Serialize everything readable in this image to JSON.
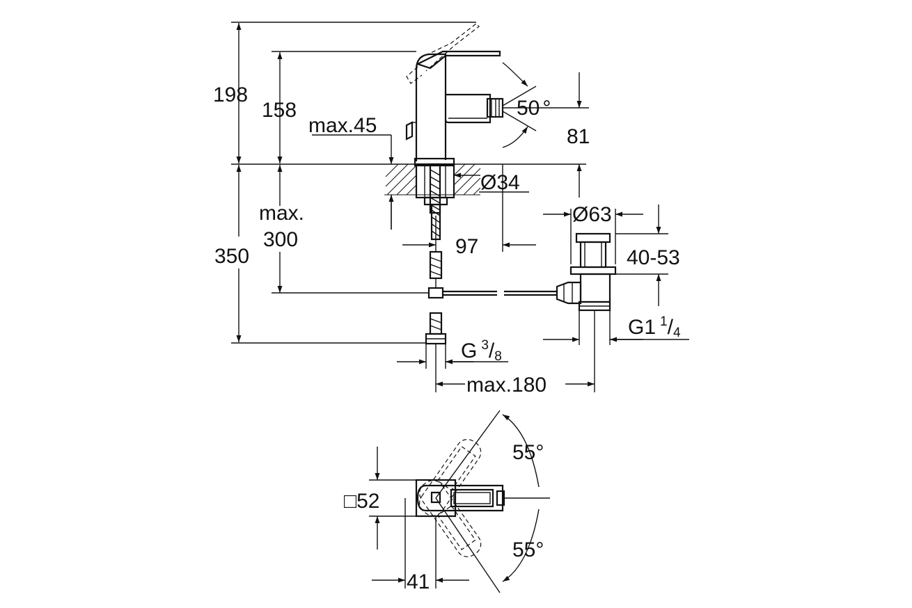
{
  "side_view": {
    "dims": {
      "h_total": "198",
      "h_spout": "158",
      "deck_thickness": "max.45",
      "spout_angle": "50",
      "degree": "°",
      "spout_height": "81",
      "hole_diameter": "Ø34",
      "below_deck_max_label": "max.",
      "below_deck_max_value": "300",
      "below_total": "350",
      "spout_reach": "97",
      "waste_diameter": "Ø63",
      "waste_range": "40-53",
      "waste_thread_main": "G1",
      "waste_thread_num": "1",
      "waste_thread_den": "4",
      "inlet_thread_main": "G",
      "inlet_thread_num": "3",
      "inlet_thread_den": "8",
      "max_reach": "max.180"
    }
  },
  "top_view": {
    "dims": {
      "base_square": "□52",
      "base_offset": "41",
      "rotation_up": "55°",
      "rotation_down": "55°"
    }
  }
}
